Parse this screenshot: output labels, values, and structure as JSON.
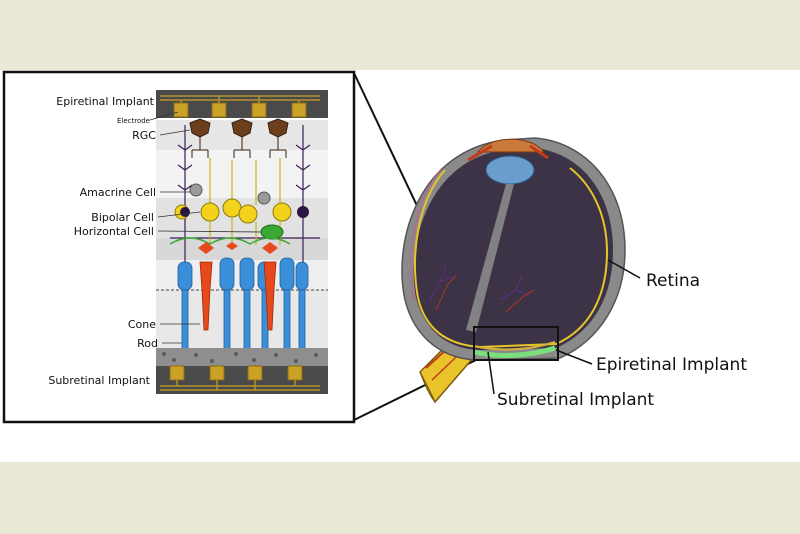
{
  "labels": {
    "epiretinal_implant_top": "Epiretinal Implant",
    "electrode": "Electrode",
    "rgc": "RGC",
    "amacrine_cell": "Amacrine Cell",
    "bipolar_cell": "Bipolar Cell",
    "horizontal_cell": "Horizontal Cell",
    "cone": "Cone",
    "rod": "Rod",
    "subretinal_implant_left": "Subretinal Implant",
    "retina": "Retina",
    "epiretinal_implant_right": "Epiretinal Implant",
    "subretinal_implant_right": "Subretinal Implant"
  },
  "colors": {
    "page_bg": "#ece8d8",
    "panel_bg": "#ffffff",
    "implant": "#4a4a4a",
    "electrode": "#c9a227",
    "rgc": "#6b3e1e",
    "bipolar": "#f2d21b",
    "amacrine": "#9a9a9a",
    "horizontal": "#3aa832",
    "cone": "#e8491c",
    "rod": "#3b8fd9",
    "eye_interior": "#3d3346",
    "sclera": "#8a8a8a",
    "retina_line": "#e6c52a",
    "epi_implant_eye": "#7be07b"
  }
}
